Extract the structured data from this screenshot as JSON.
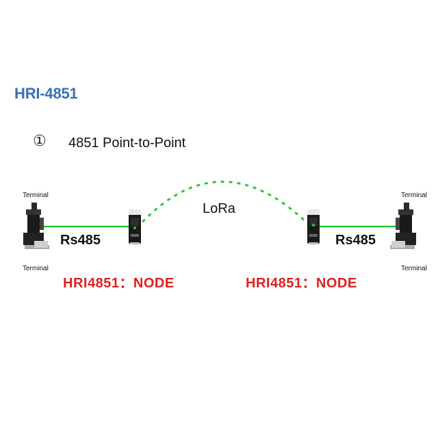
{
  "title": "HRI-4851",
  "section": {
    "number": "①",
    "heading": "4851 Point-to-Point"
  },
  "terminals": [
    {
      "top_label": "Terminal",
      "bottom_label": "Terminal"
    },
    {
      "top_label": "Terminal",
      "bottom_label": "Terminal"
    }
  ],
  "links": {
    "wired": "Rs485",
    "wireless": "LoRa"
  },
  "nodes": [
    {
      "label": "HRI4851：NODE"
    },
    {
      "label": "HRI4851：NODE"
    }
  ],
  "colors": {
    "title": "#3a6fb7",
    "node_label": "#e02020",
    "link": "#22cc33",
    "device_body": "#1a1a1a"
  }
}
